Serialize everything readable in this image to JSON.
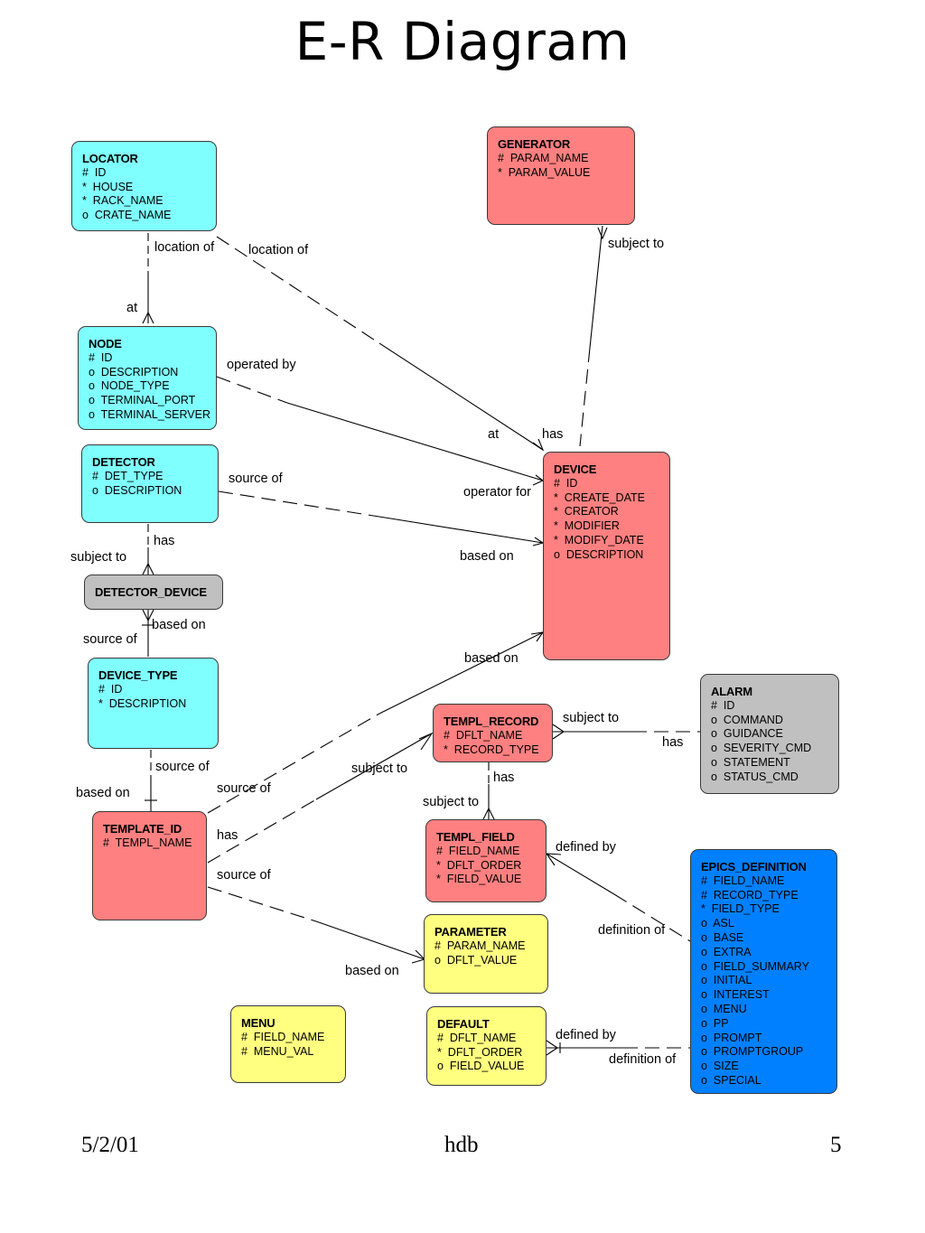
{
  "title": "E-R Diagram",
  "colors": {
    "reference": "#80ffff",
    "device": "#ff8080",
    "parameter": "#ffff80",
    "other": "#c0c0c0",
    "epics": "#0080ff"
  },
  "entities": {
    "locator": {
      "name": "LOCATOR",
      "attrs": [
        "#  ID",
        "*  HOUSE",
        "*  RACK_NAME",
        "o  CRATE_NAME"
      ]
    },
    "generator": {
      "name": "GENERATOR",
      "attrs": [
        "#  PARAM_NAME",
        "*  PARAM_VALUE"
      ]
    },
    "node": {
      "name": "NODE",
      "attrs": [
        "#  ID",
        "o  DESCRIPTION",
        "o  NODE_TYPE",
        "o  TERMINAL_PORT",
        "o  TERMINAL_SERVER"
      ]
    },
    "detector": {
      "name": "DETECTOR",
      "attrs": [
        "#  DET_TYPE",
        "o  DESCRIPTION"
      ]
    },
    "device": {
      "name": "DEVICE",
      "attrs": [
        "#  ID",
        "*  CREATE_DATE",
        "*  CREATOR",
        "*  MODIFIER",
        "*  MODIFY_DATE",
        "o  DESCRIPTION"
      ]
    },
    "detector_device": {
      "name": "DETECTOR_DEVICE",
      "attrs": []
    },
    "device_type": {
      "name": "DEVICE_TYPE",
      "attrs": [
        "#  ID",
        "*  DESCRIPTION"
      ]
    },
    "alarm": {
      "name": "ALARM",
      "attrs": [
        "#  ID",
        "o  COMMAND",
        "o  GUIDANCE",
        "o  SEVERITY_CMD",
        "o  STATEMENT",
        "o  STATUS_CMD"
      ]
    },
    "templ_record": {
      "name": "TEMPL_RECORD",
      "attrs": [
        "#  DFLT_NAME",
        "*  RECORD_TYPE"
      ]
    },
    "template_id": {
      "name": "TEMPLATE_ID",
      "attrs": [
        "#  TEMPL_NAME"
      ]
    },
    "templ_field": {
      "name": "TEMPL_FIELD",
      "attrs": [
        "#  FIELD_NAME",
        "*  DFLT_ORDER",
        "*  FIELD_VALUE"
      ]
    },
    "epics_definition": {
      "name": "EPICS_DEFINITION",
      "attrs": [
        "#  FIELD_NAME",
        "#  RECORD_TYPE",
        "*  FIELD_TYPE",
        "o  ASL",
        "o  BASE",
        "o  EXTRA",
        "o  FIELD_SUMMARY",
        "o  INITIAL",
        "o  INTEREST",
        "o  MENU",
        "o  PP",
        "o  PROMPT",
        "o  PROMPTGROUP",
        "o  SIZE",
        "o  SPECIAL"
      ]
    },
    "parameter": {
      "name": "PARAMETER",
      "attrs": [
        "#  PARAM_NAME",
        "o  DFLT_VALUE"
      ]
    },
    "menu": {
      "name": "MENU",
      "attrs": [
        "#  FIELD_NAME",
        "#  MENU_VAL"
      ]
    },
    "default": {
      "name": "DEFAULT",
      "attrs": [
        "#  DFLT_NAME",
        "*  DFLT_ORDER",
        "o  FIELD_VALUE"
      ]
    }
  },
  "relationship_labels": {
    "locator_location_of_node": "location of",
    "locator_location_of_device": "location of",
    "node_at": "at",
    "generator_subject_to": "subject to",
    "node_operated_by": "operated by",
    "device_at": "at",
    "device_has": "has",
    "detector_source_of": "source of",
    "device_operator_for": "operator for",
    "device_based_on_detector": "based on",
    "detector_has": "has",
    "detector_device_subject_to": "subject to",
    "detector_device_based_on": "based on",
    "device_type_source_of_dd": "source of",
    "device_based_on_template": "based on",
    "templ_record_subject_to": "subject to",
    "alarm_has": "has",
    "device_type_source_of_template": "source of",
    "template_based_on": "based on",
    "template_source_of_device": "source of",
    "template_subject_to": "subject to",
    "templ_record_has": "has",
    "templ_field_subject_to": "subject to",
    "template_has": "has",
    "templ_field_defined_by": "defined by",
    "template_source_of_param": "source of",
    "epics_definition_of_field": "definition of",
    "parameter_based_on": "based on",
    "default_defined_by": "defined by",
    "epics_definition_of_default": "definition of"
  },
  "footer": {
    "date": "5/2/01",
    "center": "hdb",
    "page": "5"
  }
}
